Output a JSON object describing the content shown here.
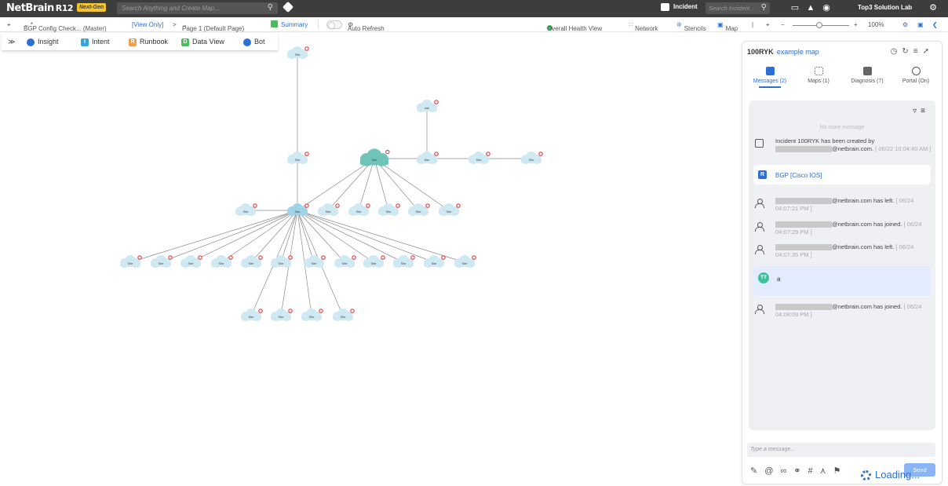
{
  "topbar": {
    "logo": "NetBrain",
    "version": "R12",
    "edition_badge": "Next-Gen",
    "search_placeholder": "Search Anything and Create Map...",
    "incident_label": "Incident",
    "incident_search_placeholder": "Search Incident...",
    "tenant": "Top3 Solution Lab"
  },
  "toolbar": {
    "map_name": "BGP Config Check... (Master)",
    "view_mode": "[View Only]",
    "page": "Page 1 (Default Page)",
    "summary": "Summary",
    "auto_refresh": "Auto Refresh",
    "overall_health": "Overall Health View",
    "network": "Network",
    "stencils": "Stencils",
    "map": "Map",
    "zoom": "100%"
  },
  "subbar": {
    "items": [
      {
        "label": "Insight",
        "badge_color": "#2d6fd3"
      },
      {
        "label": "Intent",
        "badge": "I",
        "badge_color": "#36a3d9"
      },
      {
        "label": "Runbook",
        "badge": "R",
        "badge_color": "#f0a04b"
      },
      {
        "label": "Data View",
        "badge": "D",
        "badge_color": "#4cbb5a"
      },
      {
        "label": "Bot",
        "badge_color": "#2d6fd3"
      }
    ]
  },
  "map": {
    "node_label": "Site",
    "node_label_small": "site"
  },
  "panel": {
    "incident_id": "100RYK",
    "map_name": "example map",
    "tabs": [
      {
        "label": "Messages (2)",
        "active": true
      },
      {
        "label": "Maps (1)",
        "active": false
      },
      {
        "label": "Diagnosis (7)",
        "active": false
      },
      {
        "label": "Portal (On)",
        "active": false
      }
    ],
    "no_more": "No more message",
    "messages": [
      {
        "line1": "Incident 100RYK has been created by",
        "line2": "@netbrain.com.",
        "ts": "[ 06/22 10:04:40 AM ]"
      },
      {
        "runbook": "BGP [Cisco IOS]"
      },
      {
        "action": "@netbrain.com has left.",
        "ts": "[ 06/24 04:07:21 PM ]"
      },
      {
        "action": "@netbrain.com has joined.",
        "ts": "[ 06/24 04:07:29 PM ]"
      },
      {
        "action": "@netbrain.com has left.",
        "ts": "[ 06/24 04:07:35 PM ]"
      },
      {
        "avatar": "TT",
        "text": "a"
      },
      {
        "action": "@netbrain.com has joined.",
        "ts": "[ 06/24 04:08:09 PM ]"
      }
    ],
    "input_placeholder": "Type a message...",
    "send": "Send"
  },
  "status": {
    "loading": "Loading..."
  }
}
